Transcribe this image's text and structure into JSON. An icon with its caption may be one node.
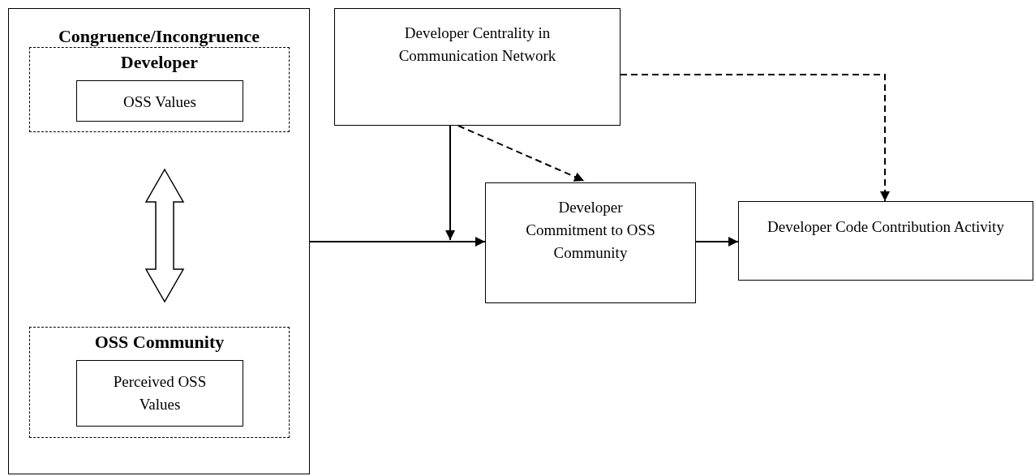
{
  "diagram": {
    "nodes": [
      {
        "text": [
          "Congruence/Incongruence"
        ]
      },
      {
        "text": [
          "Developer"
        ],
        "in": 0
      },
      {
        "text": [
          "OSS Values"
        ],
        "in": 1
      },
      {
        "text": [
          "OSS Community"
        ],
        "in": 0
      },
      {
        "text": [
          "Perceived OSS Values"
        ],
        "in": 3
      },
      {
        "text": [
          "Developer Centrality in Communication Network"
        ]
      },
      {
        "text": [
          "Developer Commitment to OSS Community"
        ]
      },
      {
        "text": [
          "Developer Code Contribution Activity"
        ]
      }
    ],
    "edges": [
      {
        "from": 1,
        "to": 3,
        "arrow": "both",
        "style": "thick"
      },
      {
        "from": 0,
        "to": 6,
        "arrow": "to"
      },
      {
        "from": 5,
        "to": null,
        "arrow": "to"
      },
      {
        "from": 5,
        "to": 6,
        "arrow": "to",
        "style": "dashed"
      },
      {
        "from": 5,
        "to": 7,
        "arrow": "to",
        "style": "dashed"
      },
      {
        "from": 6,
        "to": 7,
        "arrow": "to"
      }
    ]
  }
}
